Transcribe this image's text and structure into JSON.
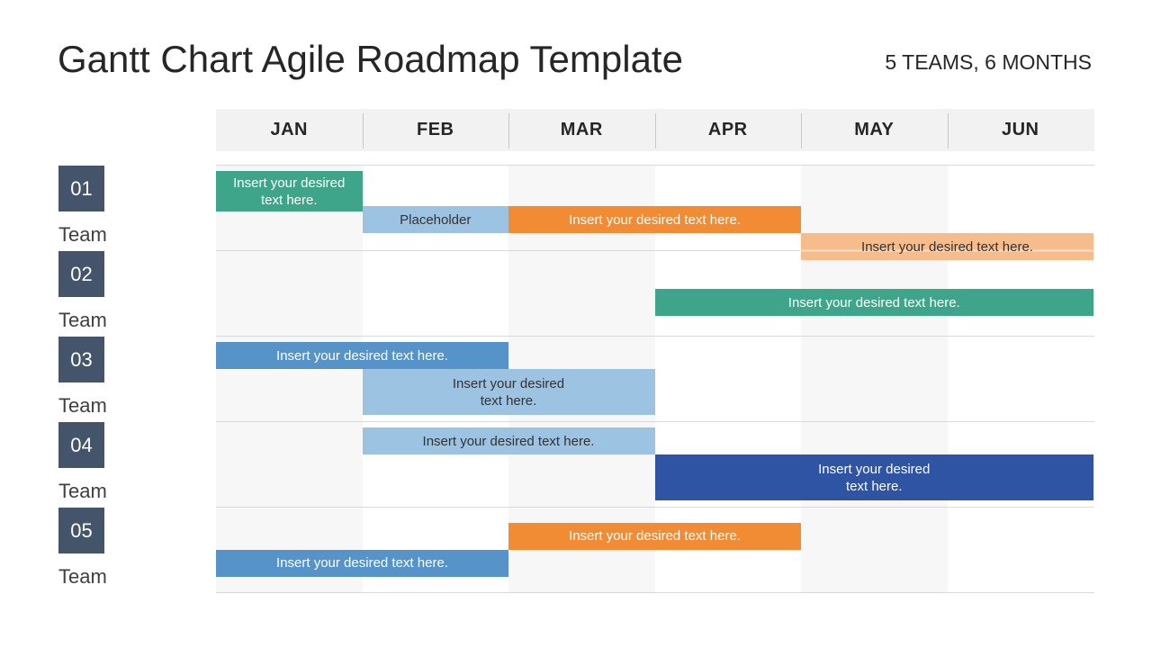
{
  "title": "Gantt Chart Agile Roadmap Template",
  "subtitle": "5 TEAMS, 6 MONTHS",
  "colors": {
    "green": "#3fa58a",
    "light_blue": "#9dc3e2",
    "orange": "#f28c34",
    "peach": "#f7bc8b",
    "blue": "#5593c9",
    "navy": "#2f54a3",
    "team_box": "#44546a"
  },
  "chart_data": {
    "type": "gantt",
    "months": [
      "JAN",
      "FEB",
      "MAR",
      "APR",
      "MAY",
      "JUN"
    ],
    "teams": [
      {
        "number": "01",
        "label": "Team"
      },
      {
        "number": "02",
        "label": "Team"
      },
      {
        "number": "03",
        "label": "Team"
      },
      {
        "number": "04",
        "label": "Team"
      },
      {
        "number": "05",
        "label": "Team"
      }
    ],
    "tasks": [
      {
        "team": 0,
        "lane": 0.2,
        "start": 0,
        "end": 1,
        "lanes": 1.5,
        "color": "green",
        "text": "Insert your desired text here."
      },
      {
        "team": 0,
        "lane": 1.5,
        "start": 1,
        "end": 2,
        "lanes": 1.0,
        "color": "light_blue",
        "text": "Placeholder"
      },
      {
        "team": 0,
        "lane": 1.5,
        "start": 2,
        "end": 4,
        "lanes": 1.0,
        "color": "orange",
        "text": "Insert your desired text here."
      },
      {
        "team": 0,
        "lane": 2.5,
        "start": 4,
        "end": 6,
        "lanes": 1.0,
        "color": "peach",
        "text": "Insert your desired text here."
      },
      {
        "team": 1,
        "lane": 1.4,
        "start": 3,
        "end": 6,
        "lanes": 1.0,
        "color": "green",
        "text": "Insert your desired text here."
      },
      {
        "team": 2,
        "lane": 0.2,
        "start": 0,
        "end": 2,
        "lanes": 1.0,
        "color": "blue",
        "text": "Insert your desired text here."
      },
      {
        "team": 2,
        "lane": 1.2,
        "start": 1,
        "end": 3,
        "lanes": 1.7,
        "color": "light_blue",
        "text": "Insert your desired text here."
      },
      {
        "team": 3,
        "lane": 0.2,
        "start": 1,
        "end": 3,
        "lanes": 1.0,
        "color": "light_blue",
        "text": "Insert your desired text here."
      },
      {
        "team": 3,
        "lane": 1.2,
        "start": 3,
        "end": 6,
        "lanes": 1.7,
        "color": "navy",
        "text": "Insert your desired text here."
      },
      {
        "team": 4,
        "lane": 0.55,
        "start": 2,
        "end": 4,
        "lanes": 1.0,
        "color": "orange",
        "text": "Insert your desired text here."
      },
      {
        "team": 4,
        "lane": 1.55,
        "start": 0,
        "end": 2,
        "lanes": 1.0,
        "color": "blue",
        "text": "Insert your desired text here."
      }
    ]
  }
}
